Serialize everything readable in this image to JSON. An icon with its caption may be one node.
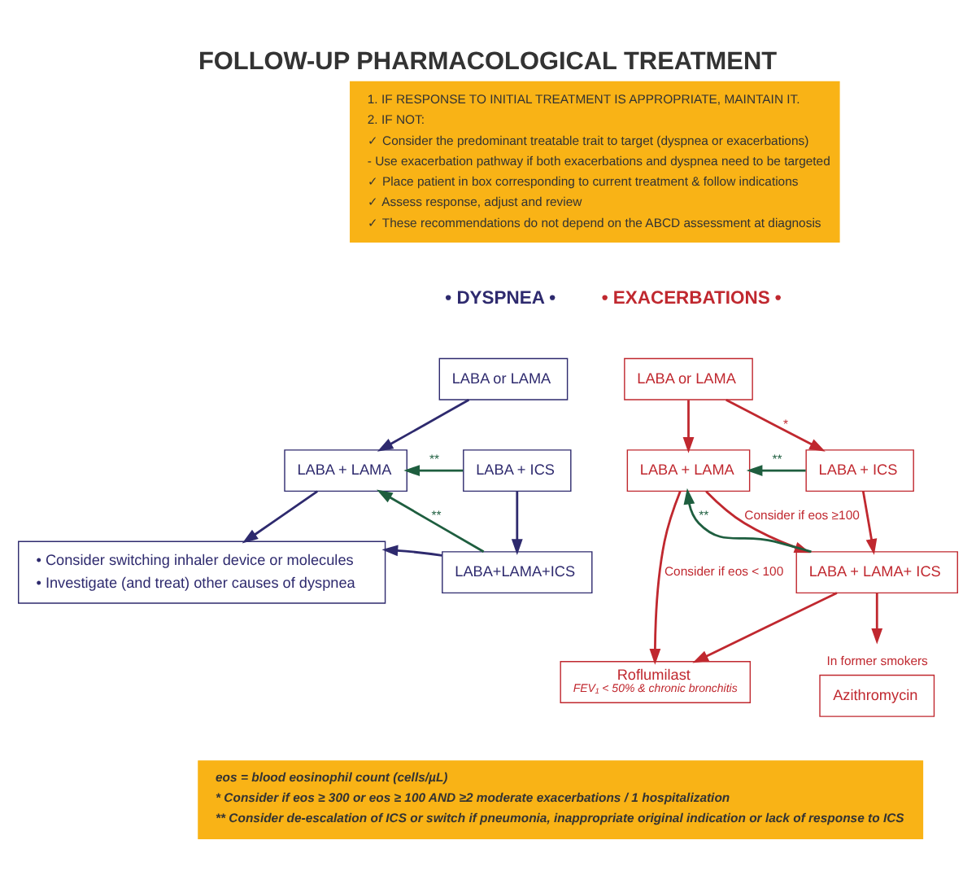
{
  "diagram": {
    "title": "FOLLOW-UP PHARMACOLOGICAL TREATMENT",
    "nodes": [
      {
        "text": [
          "1. IF RESPONSE TO INITIAL TREATMENT IS APPROPRIATE, MAINTAIN IT.",
          "2. IF NOT:",
          "✓ Consider the predominant treatable trait to target (dyspnea or exacerbations)",
          "- Use exacerbation pathway if both exacerbations and dyspnea need to be targeted",
          "✓ Place patient in box corresponding to current treatment & follow indications",
          "✓ Assess response, adjust and review",
          "✓ These recommendations do not depend on the ABCD assessment at diagnosis"
        ]
      },
      {
        "text": [
          "LABA or LAMA"
        ]
      },
      {
        "text": [
          "LABA + LAMA"
        ]
      },
      {
        "text": [
          "LABA + ICS"
        ]
      },
      {
        "text": [
          "• Consider switching inhaler device or molecules",
          "• Investigate (and treat) other causes of dyspnea"
        ]
      },
      {
        "text": [
          "LABA+LAMA+ICS"
        ]
      },
      {
        "text": [
          "LABA or LAMA"
        ]
      },
      {
        "text": [
          "LABA + LAMA"
        ]
      },
      {
        "text": [
          "LABA + ICS"
        ]
      },
      {
        "text": [
          "LABA + LAMA+ ICS"
        ]
      },
      {
        "text": [
          "Roflumilast",
          "FEV₁ < 50% & chronic bronchitis"
        ]
      },
      {
        "text": [
          "Azithromycin"
        ],
        "beside": [
          "In former smokers"
        ]
      },
      {
        "text": [
          "eos = blood eosinophil count (cells/µL)",
          "* Consider if eos ≥ 300 or eos ≥ 100 AND ≥2 moderate exacerbations / 1 hospitalization",
          "** Consider de-escalation of ICS or switch if pneumonia, inappropriate original indication or lack of response to ICS"
        ]
      }
    ],
    "edges": [
      {
        "from": 1,
        "to": 2,
        "arrow": "to",
        "color": "#2e2a6e"
      },
      {
        "from": 2,
        "to": 4,
        "arrow": "to",
        "color": "#2e2a6e"
      },
      {
        "from": 3,
        "to": 5,
        "arrow": "to",
        "color": "#2e2a6e"
      },
      {
        "from": 5,
        "to": 4,
        "arrow": "to",
        "color": "#2e2a6e"
      },
      {
        "from": 3,
        "to": 2,
        "arrow": "to",
        "label": "**",
        "color": "#1e5e3f"
      },
      {
        "from": 5,
        "to": 2,
        "arrow": "to",
        "label": "**",
        "color": "#1e5e3f"
      },
      {
        "from": 6,
        "to": 7,
        "arrow": "to"
      },
      {
        "from": 6,
        "to": 8,
        "arrow": "to",
        "label": "*"
      },
      {
        "from": 8,
        "to": 7,
        "arrow": "to",
        "label": "**",
        "color": "#1e5e3f"
      },
      {
        "from": 9,
        "to": 7,
        "arrow": "to",
        "label": "**",
        "color": "#1e5e3f"
      },
      {
        "from": 7,
        "to": 10,
        "arrow": "to",
        "label": "Consider if eos < 100"
      },
      {
        "from": 7,
        "to": 9,
        "arrow": "to",
        "label": "Consider if eos ≥100"
      },
      {
        "from": 8,
        "to": 9,
        "arrow": "to"
      },
      {
        "from": 9,
        "to": 10,
        "arrow": "to"
      },
      {
        "from": 9,
        "to": 11,
        "arrow": "to"
      }
    ],
    "labels": [
      "• DYSPNEA •",
      "• EXACERBATIONS •"
    ]
  }
}
